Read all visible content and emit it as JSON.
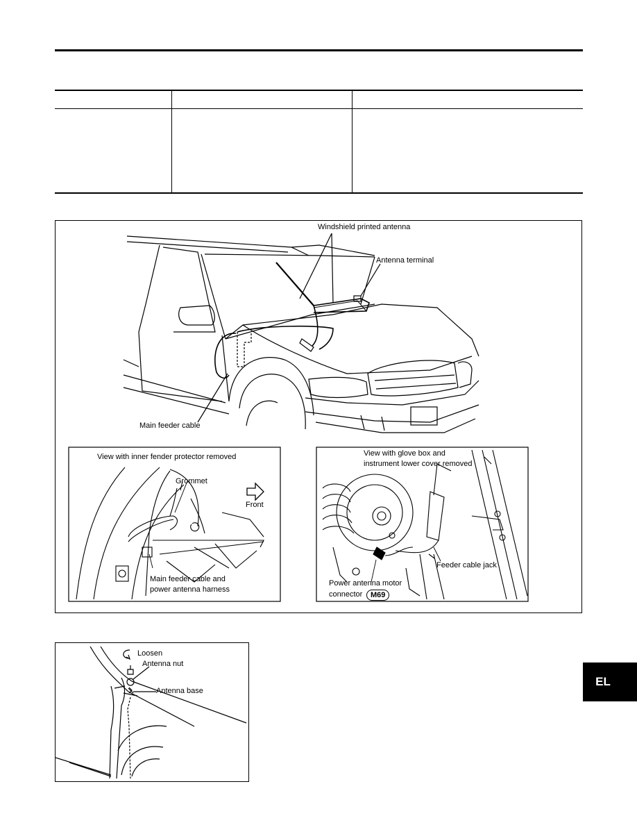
{
  "side_tab": {
    "label": "EL"
  },
  "figure1": {
    "labels": {
      "windshield_antenna": "Windshield printed antenna",
      "antenna_terminal": "Antenna terminal",
      "main_feeder_cable": "Main feeder cable"
    },
    "inset_left": {
      "title": "View with inner fender protector removed",
      "grommet": "Grommet",
      "front": "Front",
      "harness_line1": "Main feeder cable and",
      "harness_line2": "power antenna harness"
    },
    "inset_right": {
      "title_line1": "View with glove box and",
      "title_line2": "instrument lower cover removed",
      "feeder_jack": "Feeder cable jack",
      "motor_line1": "Power antenna motor",
      "motor_line2": "connector",
      "connector_id": "M69"
    }
  },
  "figure2": {
    "labels": {
      "loosen": "Loosen",
      "antenna_nut": "Antenna nut",
      "antenna_base": "Antenna base"
    }
  }
}
